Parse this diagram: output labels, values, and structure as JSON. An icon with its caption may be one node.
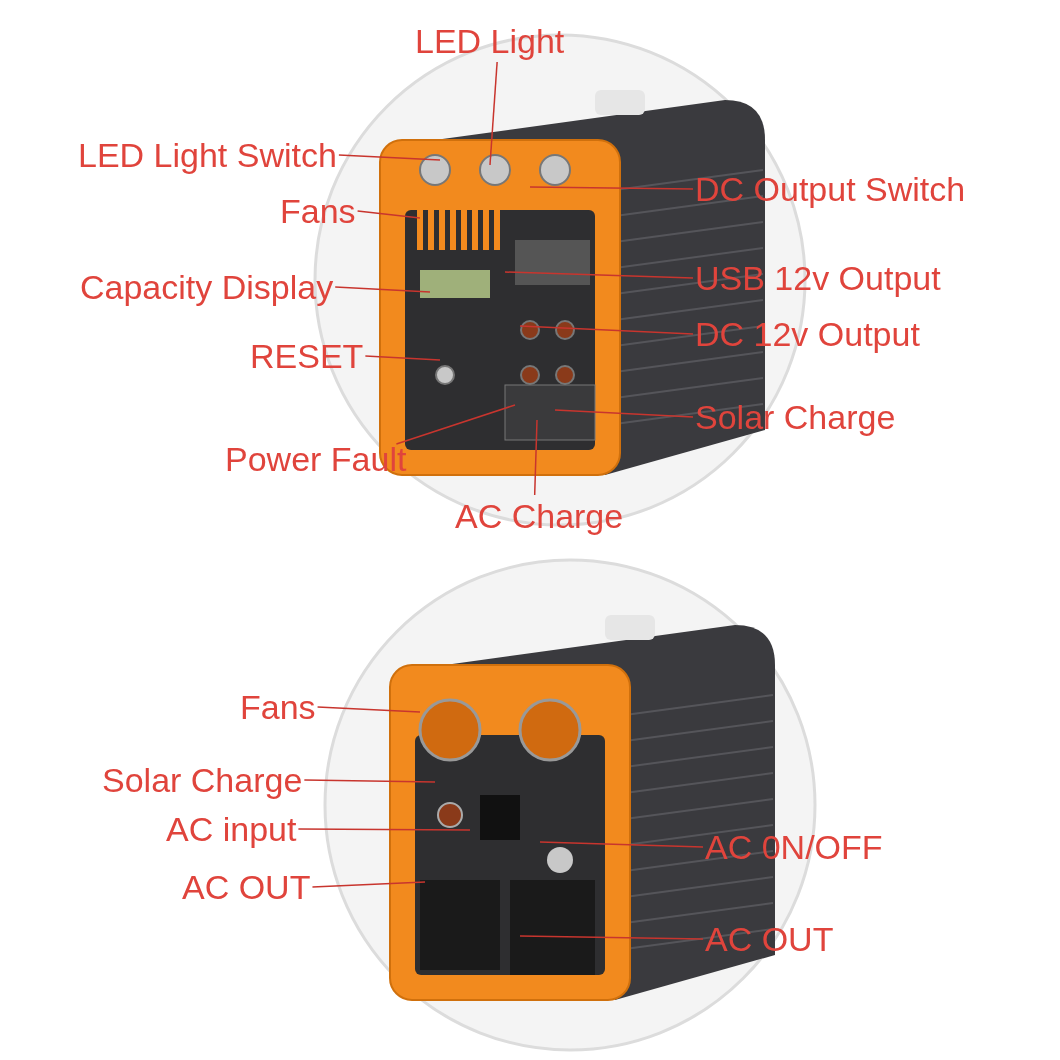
{
  "diagram": {
    "nodes": [
      {
        "text": [
          "LED Light"
        ]
      },
      {
        "text": [
          "LED Light Switch"
        ]
      },
      {
        "text": [
          "DC Output Switch"
        ]
      },
      {
        "text": [
          "Fans"
        ]
      },
      {
        "text": [
          "Capacity Display"
        ]
      },
      {
        "text": [
          "USB 12v Output"
        ]
      },
      {
        "text": [
          "DC 12v Output"
        ]
      },
      {
        "text": [
          "RESET"
        ]
      },
      {
        "text": [
          "Solar Charge"
        ]
      },
      {
        "text": [
          "Power Fault"
        ]
      },
      {
        "text": [
          "AC Charge"
        ]
      },
      {
        "text": [
          "Fans"
        ]
      },
      {
        "text": [
          "Solar Charge"
        ]
      },
      {
        "text": [
          "AC input"
        ]
      },
      {
        "text": [
          "AC 0N/OFF"
        ]
      },
      {
        "text": [
          "AC OUT"
        ]
      },
      {
        "text": [
          "AC OUT"
        ]
      }
    ],
    "edges": [
      {
        "from": 0,
        "to": null,
        "arrow": "none"
      },
      {
        "from": 1,
        "to": null,
        "arrow": "none"
      },
      {
        "from": 2,
        "to": null,
        "arrow": "none"
      },
      {
        "from": 3,
        "to": null,
        "arrow": "none"
      },
      {
        "from": 4,
        "to": null,
        "arrow": "none"
      },
      {
        "from": 5,
        "to": null,
        "arrow": "none"
      },
      {
        "from": 6,
        "to": null,
        "arrow": "none"
      },
      {
        "from": 7,
        "to": null,
        "arrow": "none"
      },
      {
        "from": 8,
        "to": null,
        "arrow": "none"
      },
      {
        "from": 9,
        "to": null,
        "arrow": "none"
      },
      {
        "from": 10,
        "to": null,
        "arrow": "none"
      },
      {
        "from": 11,
        "to": null,
        "arrow": "none"
      },
      {
        "from": 12,
        "to": null,
        "arrow": "none"
      },
      {
        "from": 13,
        "to": null,
        "arrow": "none"
      },
      {
        "from": 14,
        "to": null,
        "arrow": "none"
      },
      {
        "from": 15,
        "to": null,
        "arrow": "none"
      },
      {
        "from": 16,
        "to": null,
        "arrow": "none"
      }
    ]
  }
}
